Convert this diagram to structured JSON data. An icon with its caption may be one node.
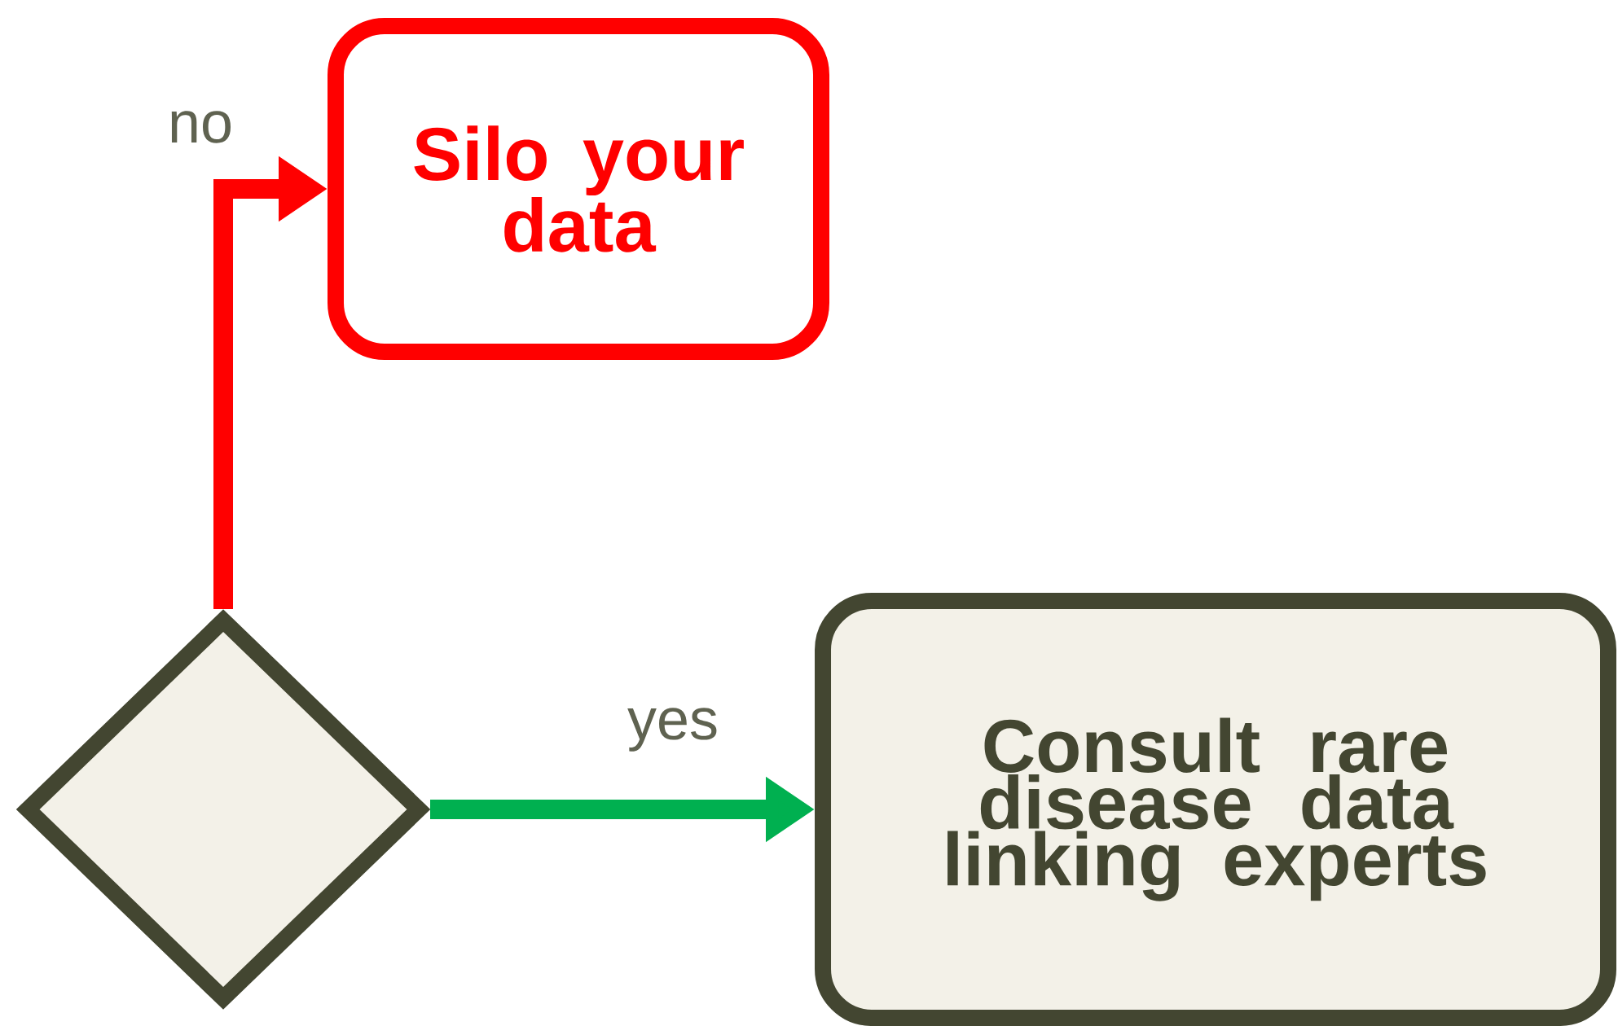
{
  "diagram": {
    "nodes": [
      {
        "text": [],
        "shape": "diamond"
      },
      {
        "text": [
          "Silo your data"
        ]
      },
      {
        "text": [
          "Consult rare disease data linking experts"
        ]
      }
    ],
    "edges": [
      {
        "from": 0,
        "to": 1,
        "arrow": "to",
        "label": "no",
        "color": "#ff0000"
      },
      {
        "from": 0,
        "to": 2,
        "arrow": "to",
        "label": "yes",
        "color": "#00b050"
      }
    ]
  }
}
